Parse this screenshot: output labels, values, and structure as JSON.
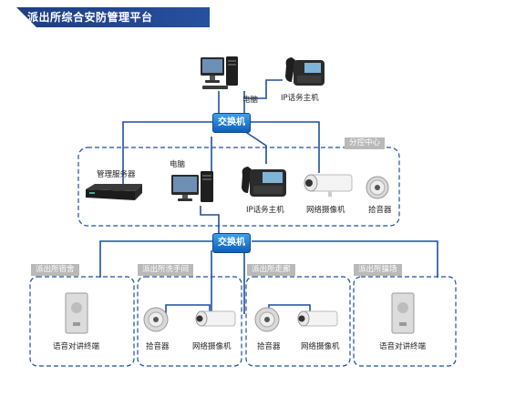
{
  "header": {
    "title": "派出所综合安防管理平台"
  },
  "top": {
    "pc_label": "电脑",
    "phone_label": "IP话务主机",
    "switch_label": "交换机"
  },
  "sub": {
    "tag": "分控中心",
    "server_label": "管理服务器",
    "pc_label": "电脑",
    "phone_label": "IP话务主机",
    "camera_label": "网络摄像机",
    "mic_label": "拾音器",
    "switch_label": "交换机"
  },
  "zones": [
    {
      "tag": "派出所宿舍",
      "device_label": "语音对讲终端"
    },
    {
      "tag": "派出所洗手间",
      "mic_label": "拾音器",
      "camera_label": "网络摄像机"
    },
    {
      "tag": "派出所走廊",
      "mic_label": "拾音器",
      "camera_label": "网络摄像机"
    },
    {
      "tag": "派出所操场",
      "device_label": "语音对讲终端"
    }
  ],
  "colors": {
    "title_bg": "#1f3f86",
    "line": "#1f4fa0",
    "switch": "#1a6fd0",
    "tag_bg": "#b9b9b9"
  }
}
